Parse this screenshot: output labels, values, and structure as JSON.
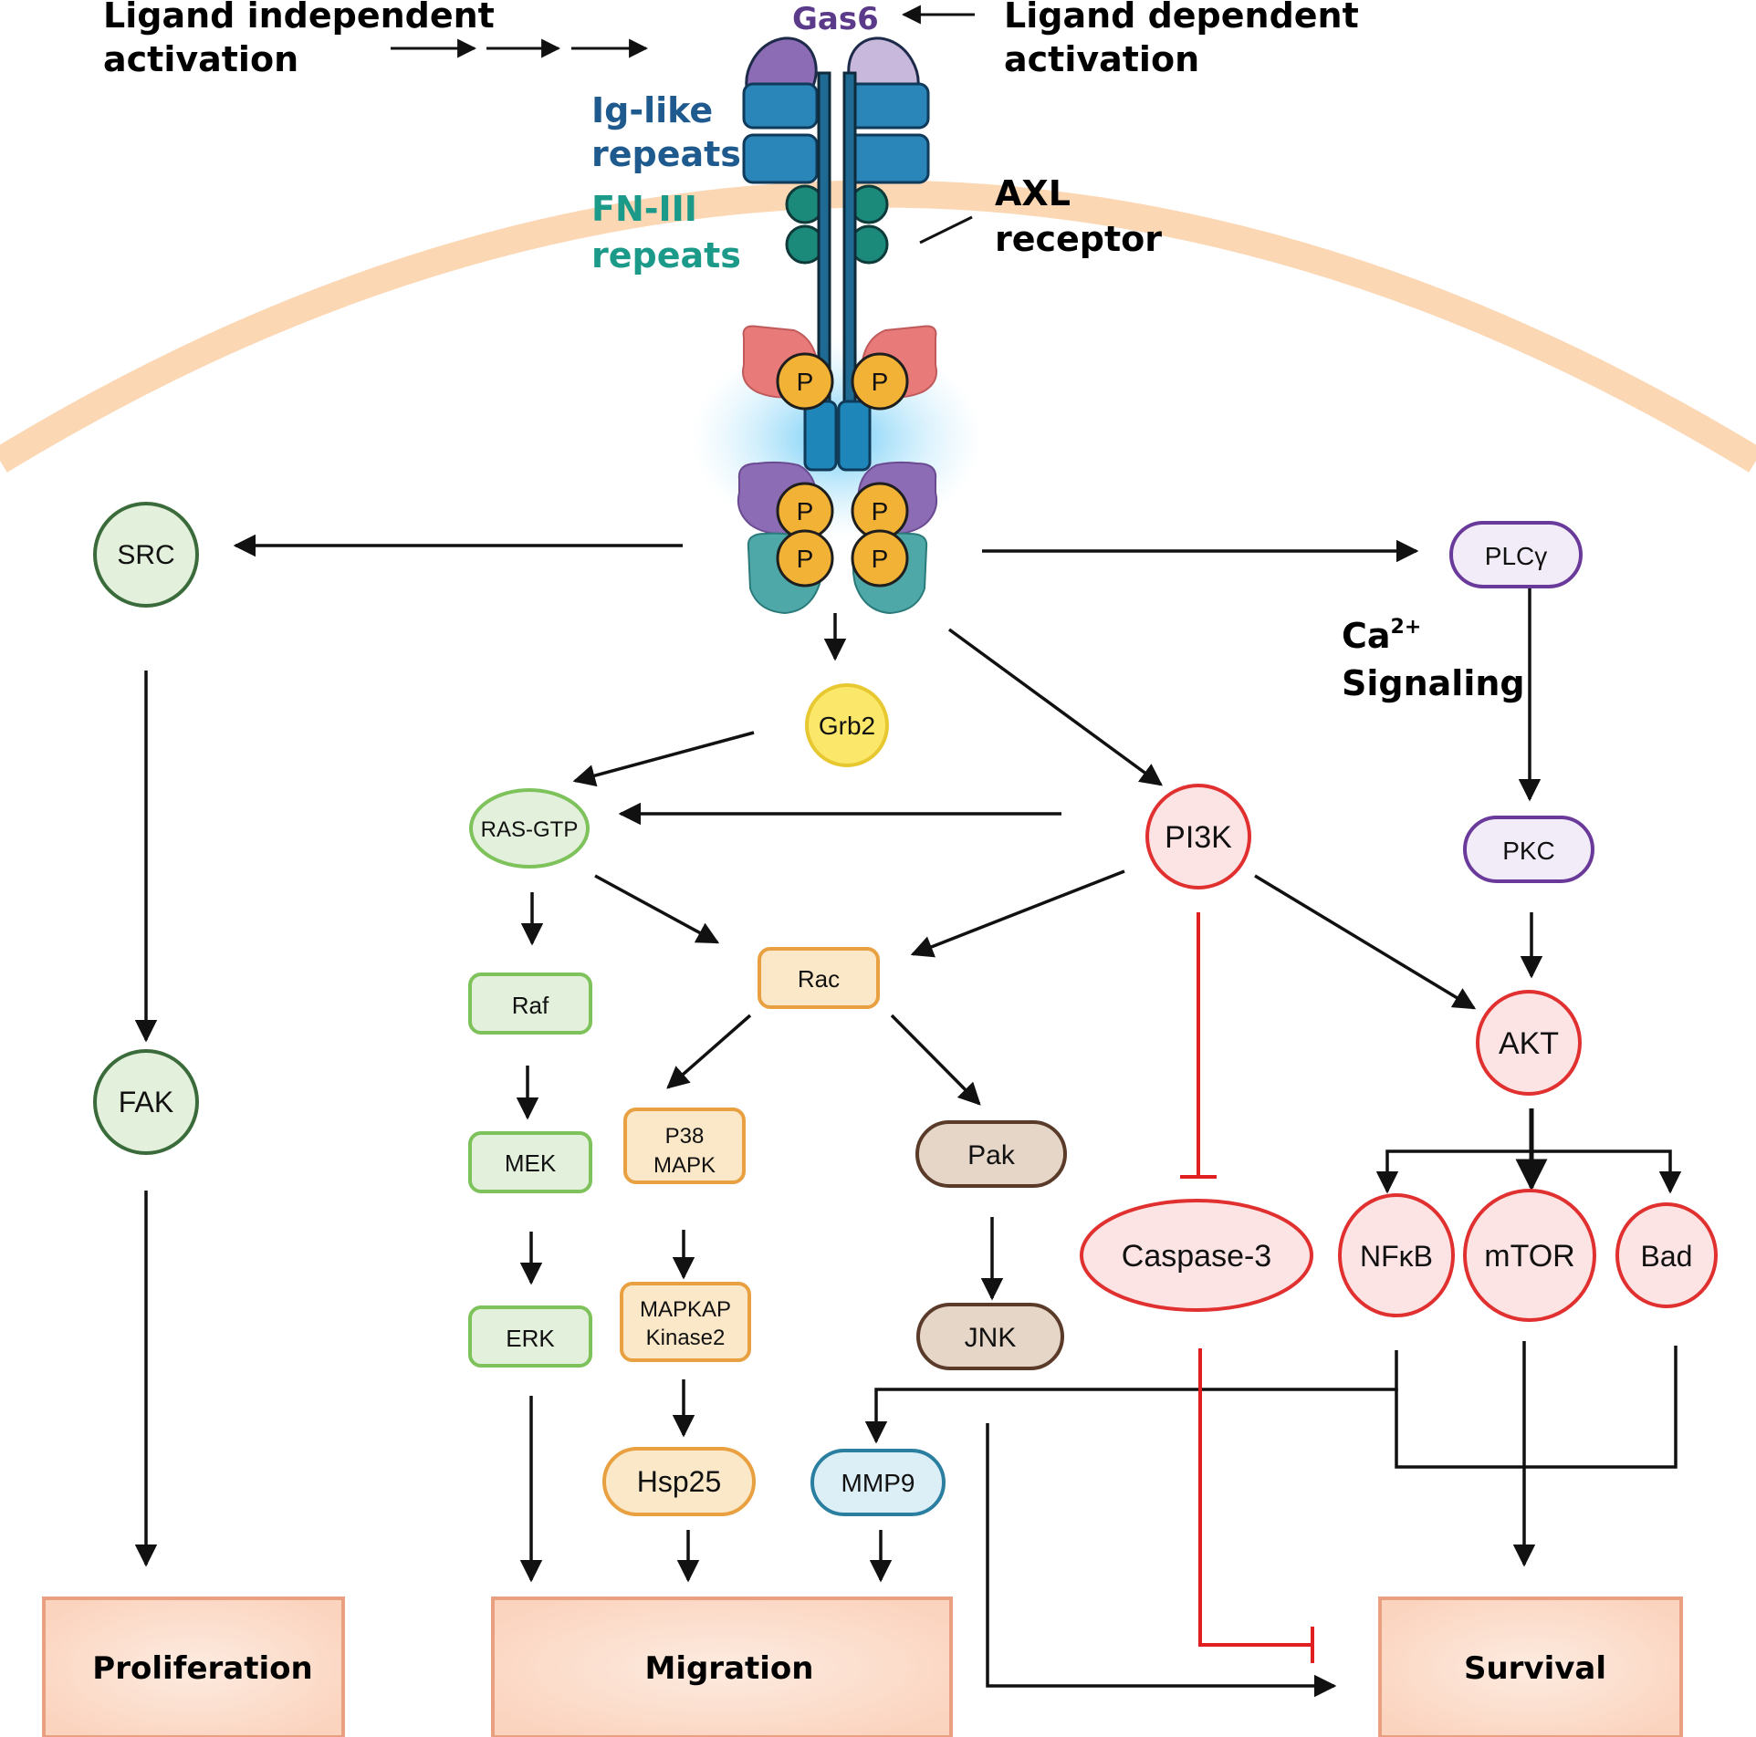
{
  "labels": {
    "ligand_independent_1": "Ligand independent",
    "ligand_independent_2": "activation",
    "ligand_dependent_1": "Ligand dependent",
    "ligand_dependent_2": "activation",
    "gas6": "Gas6",
    "ig_like_1": "Ig-like",
    "ig_like_2": "repeats",
    "fn3_1": "FN-III",
    "fn3_2": "repeats",
    "axl_1": "AXL",
    "axl_2": "receptor",
    "ca_base": "Ca",
    "ca_sup": "2+",
    "ca_signaling": "Signaling",
    "phospho": "P"
  },
  "nodes": {
    "src": "SRC",
    "fak": "FAK",
    "grb2": "Grb2",
    "ras_gtp": "RAS-GTP",
    "raf": "Raf",
    "mek": "MEK",
    "erk": "ERK",
    "rac": "Rac",
    "p38_1": "P38",
    "p38_2": "MAPK",
    "mapkap_1": "MAPKAP",
    "mapkap_2": "Kinase2",
    "hsp25": "Hsp25",
    "mmp9": "MMP9",
    "pak": "Pak",
    "jnk": "JNK",
    "pi3k": "PI3K",
    "caspase3": "Caspase-3",
    "plcg": "PLCγ",
    "pkc": "PKC",
    "akt": "AKT",
    "nfkb": "NFκB",
    "mtor": "mTOR",
    "bad": "Bad"
  },
  "outcomes": {
    "proliferation": "Proliferation",
    "migration": "Migration",
    "survival": "Survival"
  },
  "colors": {
    "membrane": "#fbd7b4",
    "green_stroke": "#3b6b3b",
    "lightgreen_stroke": "#7dc25a",
    "orange_stroke": "#e8a040",
    "brown_stroke": "#5a3a28",
    "red_stroke": "#e03030",
    "purple_stroke": "#6a3a9a",
    "blue_stroke": "#2a7fa0",
    "yellow_fill": "#fbe86a",
    "outcome_fill": "#fbdcc8",
    "outcome_stroke": "#e8a080",
    "gas6_text": "#5b3a8a",
    "ig_text": "#1e5a8e",
    "fn3_text": "#1b9a8a",
    "inhibit": "#e02020"
  }
}
